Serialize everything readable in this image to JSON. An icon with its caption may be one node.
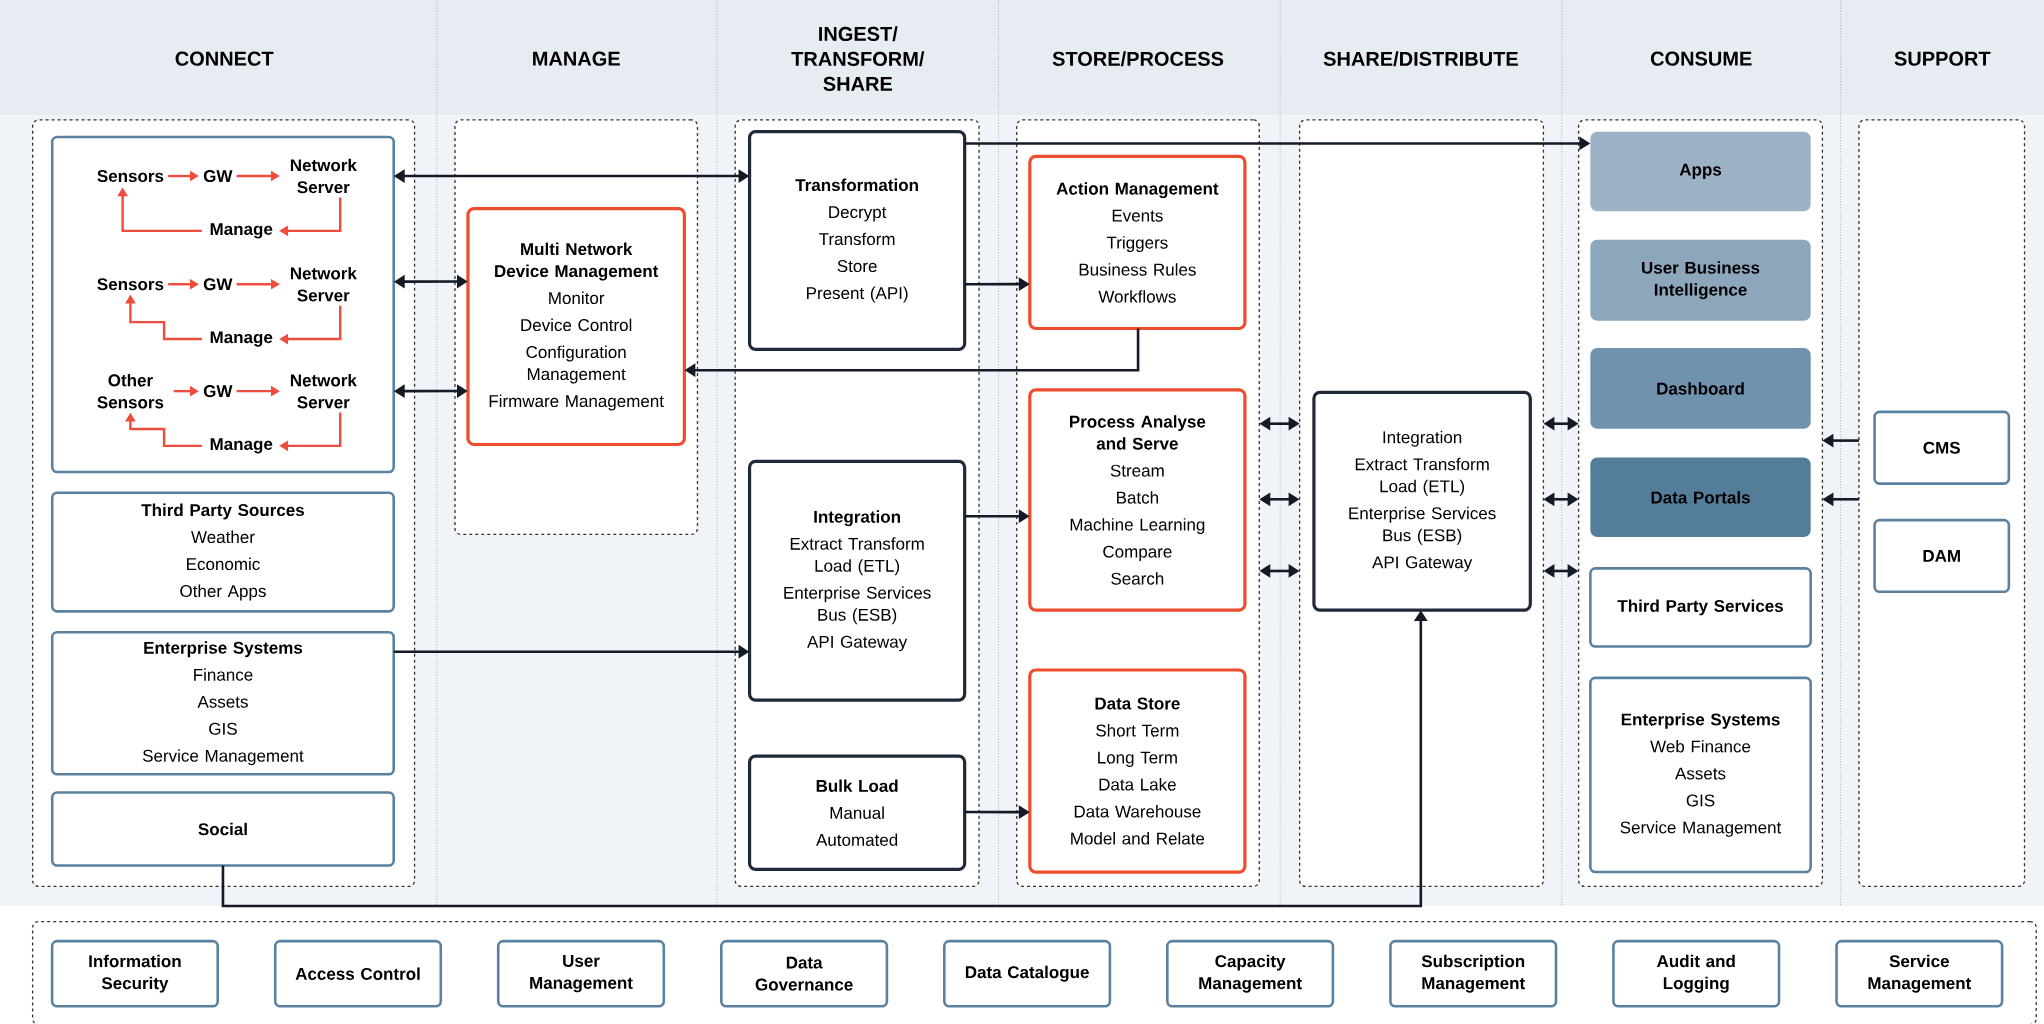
{
  "diagram": {
    "nodes": [
      {
        "text": [],
        "shape": "box"
      },
      {
        "text": [],
        "shape": "box",
        "in": 0
      },
      {
        "text": [
          "Sensors"
        ],
        "in": 1
      },
      {
        "text": [
          "GW"
        ],
        "in": 1
      },
      {
        "text": [
          "Network Server"
        ],
        "in": 1
      },
      {
        "text": [
          "Manage"
        ],
        "in": 1
      },
      {
        "text": [
          "Sensors"
        ],
        "in": 1
      },
      {
        "text": [
          "GW"
        ],
        "in": 1
      },
      {
        "text": [
          "Network Server"
        ],
        "in": 1
      },
      {
        "text": [
          "Manage"
        ],
        "in": 1
      },
      {
        "text": [
          "Other Sensors"
        ],
        "in": 1
      },
      {
        "text": [
          "GW"
        ],
        "in": 1
      },
      {
        "text": [
          "Network Server"
        ],
        "in": 1
      },
      {
        "text": [
          "Manage"
        ],
        "in": 1
      },
      {
        "text": [
          "Third Party Sources",
          "Weather",
          "Economic",
          "Other Apps"
        ],
        "in": 0
      },
      {
        "text": [
          "Enterprise Systems",
          "Finance",
          "Assets",
          "GIS",
          "Service Management"
        ],
        "in": 0
      },
      {
        "text": [
          "Social"
        ],
        "in": 0
      },
      {
        "text": [],
        "shape": "box"
      },
      {
        "text": [
          "Multi Network Device Management",
          "Monitor",
          "Device Control",
          "Configuration Management",
          "Firmware Management"
        ],
        "in": 17
      },
      {
        "text": [],
        "shape": "box"
      },
      {
        "text": [
          "Transformation",
          "Decrypt",
          "Transform",
          "Store",
          "Present (API)"
        ],
        "in": 19
      },
      {
        "text": [
          "Integration",
          "Extract Transform Load (ETL)",
          "Enterprise Services Bus (ESB)",
          "API Gateway"
        ],
        "in": 19
      },
      {
        "text": [
          "Bulk Load",
          "Manual",
          "Automated"
        ],
        "in": 19
      },
      {
        "text": [],
        "shape": "box"
      },
      {
        "text": [
          "Action Management",
          "Events",
          "Triggers",
          "Business Rules",
          "Workflows"
        ],
        "in": 23
      },
      {
        "text": [
          "Process Analyse and Serve",
          "Stream",
          "Batch",
          "Machine Learning",
          "Compare",
          "Search"
        ],
        "in": 23
      },
      {
        "text": [
          "Data Store",
          "Short Term",
          "Long Term",
          "Data Lake",
          "Data Warehouse",
          "Model and Relate"
        ],
        "in": 23
      },
      {
        "text": [],
        "shape": "box"
      },
      {
        "text": [
          "Integration",
          "Extract Transform Load (ETL)",
          "Enterprise Services Bus (ESB)",
          "API Gateway"
        ],
        "in": 27
      },
      {
        "text": [],
        "shape": "box"
      },
      {
        "text": [
          "Apps"
        ],
        "in": 29
      },
      {
        "text": [
          "User Business Intelligence"
        ],
        "in": 29
      },
      {
        "text": [
          "Dashboard"
        ],
        "in": 29
      },
      {
        "text": [
          "Data Portals"
        ],
        "in": 29
      },
      {
        "text": [
          "Third Party Services"
        ],
        "in": 29
      },
      {
        "text": [
          "Enterprise Systems",
          "Web Finance",
          "Assets",
          "GIS",
          "Service Management"
        ],
        "in": 29
      },
      {
        "text": [],
        "shape": "box"
      },
      {
        "text": [
          "CMS"
        ],
        "in": 36
      },
      {
        "text": [
          "DAM"
        ],
        "in": 36
      },
      {
        "text": [],
        "shape": "box"
      },
      {
        "text": [
          "Information Security"
        ],
        "in": 39
      },
      {
        "text": [
          "Access Control"
        ],
        "in": 39
      },
      {
        "text": [
          "User Management"
        ],
        "in": 39
      },
      {
        "text": [
          "Data Governance"
        ],
        "in": 39
      },
      {
        "text": [
          "Data Catalogue"
        ],
        "in": 39
      },
      {
        "text": [
          "Capacity Management"
        ],
        "in": 39
      },
      {
        "text": [
          "Subscription Management"
        ],
        "in": 39
      },
      {
        "text": [
          "Audit and Logging"
        ],
        "in": 39
      },
      {
        "text": [
          "Service Management"
        ],
        "in": 39
      }
    ],
    "edges": [
      {
        "from": 2,
        "to": 3,
        "arrow": "to",
        "color": "#ee4d3d"
      },
      {
        "from": 3,
        "to": 4,
        "arrow": "to",
        "color": "#ee4d3d"
      },
      {
        "from": 4,
        "to": 5,
        "arrow": "to",
        "color": "#ee4d3d"
      },
      {
        "from": 5,
        "to": 2,
        "arrow": "to",
        "color": "#ee4d3d"
      },
      {
        "from": 6,
        "to": 7,
        "arrow": "to",
        "color": "#ee4d3d"
      },
      {
        "from": 7,
        "to": 8,
        "arrow": "to",
        "color": "#ee4d3d"
      },
      {
        "from": 8,
        "to": 9,
        "arrow": "to",
        "color": "#ee4d3d"
      },
      {
        "from": 9,
        "to": 6,
        "arrow": "to",
        "color": "#ee4d3d"
      },
      {
        "from": 10,
        "to": 11,
        "arrow": "to",
        "color": "#ee4d3d"
      },
      {
        "from": 11,
        "to": 12,
        "arrow": "to",
        "color": "#ee4d3d"
      },
      {
        "from": 12,
        "to": 13,
        "arrow": "to",
        "color": "#ee4d3d"
      },
      {
        "from": 13,
        "to": 10,
        "arrow": "to",
        "color": "#ee4d3d"
      },
      {
        "from": 1,
        "to": 20,
        "arrow": "both"
      },
      {
        "from": 20,
        "to": 30,
        "arrow": "to"
      },
      {
        "from": 1,
        "to": 18,
        "arrow": "both"
      },
      {
        "from": 1,
        "to": 18,
        "arrow": "both"
      },
      {
        "from": 24,
        "to": 18,
        "arrow": "to"
      },
      {
        "from": 20,
        "to": 24,
        "arrow": "to"
      },
      {
        "from": 21,
        "to": 25,
        "arrow": "to"
      },
      {
        "from": 22,
        "to": 26,
        "arrow": "to"
      },
      {
        "from": 15,
        "to": 21,
        "arrow": "to"
      },
      {
        "from": 16,
        "to": 28,
        "arrow": "to"
      },
      {
        "from": 23,
        "to": 27,
        "arrow": "both"
      },
      {
        "from": 23,
        "to": 27,
        "arrow": "both"
      },
      {
        "from": 23,
        "to": 27,
        "arrow": "both"
      },
      {
        "from": 27,
        "to": 29,
        "arrow": "both"
      },
      {
        "from": 27,
        "to": 29,
        "arrow": "both"
      },
      {
        "from": 27,
        "to": 29,
        "arrow": "both"
      },
      {
        "from": 36,
        "to": 29,
        "arrow": "to"
      },
      {
        "from": 36,
        "to": 29,
        "arrow": "to"
      }
    ],
    "labels": [
      "CONNECT",
      "MANAGE",
      "INGEST/ TRANSFORM/ SHARE",
      "STORE/PROCESS",
      "SHARE/DISTRIBUTE",
      "CONSUME",
      "SUPPORT"
    ]
  }
}
